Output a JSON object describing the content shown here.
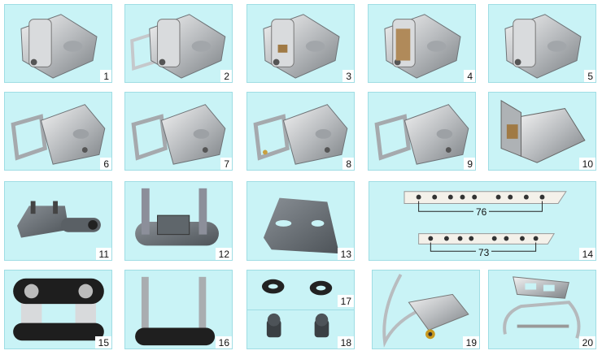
{
  "catalog": {
    "items": [
      {
        "number": "1"
      },
      {
        "number": "2"
      },
      {
        "number": "3"
      },
      {
        "number": "4"
      },
      {
        "number": "5"
      },
      {
        "number": "6"
      },
      {
        "number": "7"
      },
      {
        "number": "8"
      },
      {
        "number": "9"
      },
      {
        "number": "10"
      },
      {
        "number": "11"
      },
      {
        "number": "12"
      },
      {
        "number": "13"
      },
      {
        "number": "14"
      },
      {
        "number": "15"
      },
      {
        "number": "16"
      },
      {
        "number": "17"
      },
      {
        "number": "18"
      },
      {
        "number": "19"
      },
      {
        "number": "20"
      }
    ],
    "item14_dimensions": {
      "upper": "76",
      "lower": "73"
    }
  },
  "colors": {
    "cell_background": "#c9f3f6",
    "cell_border": "#9fdde4"
  }
}
